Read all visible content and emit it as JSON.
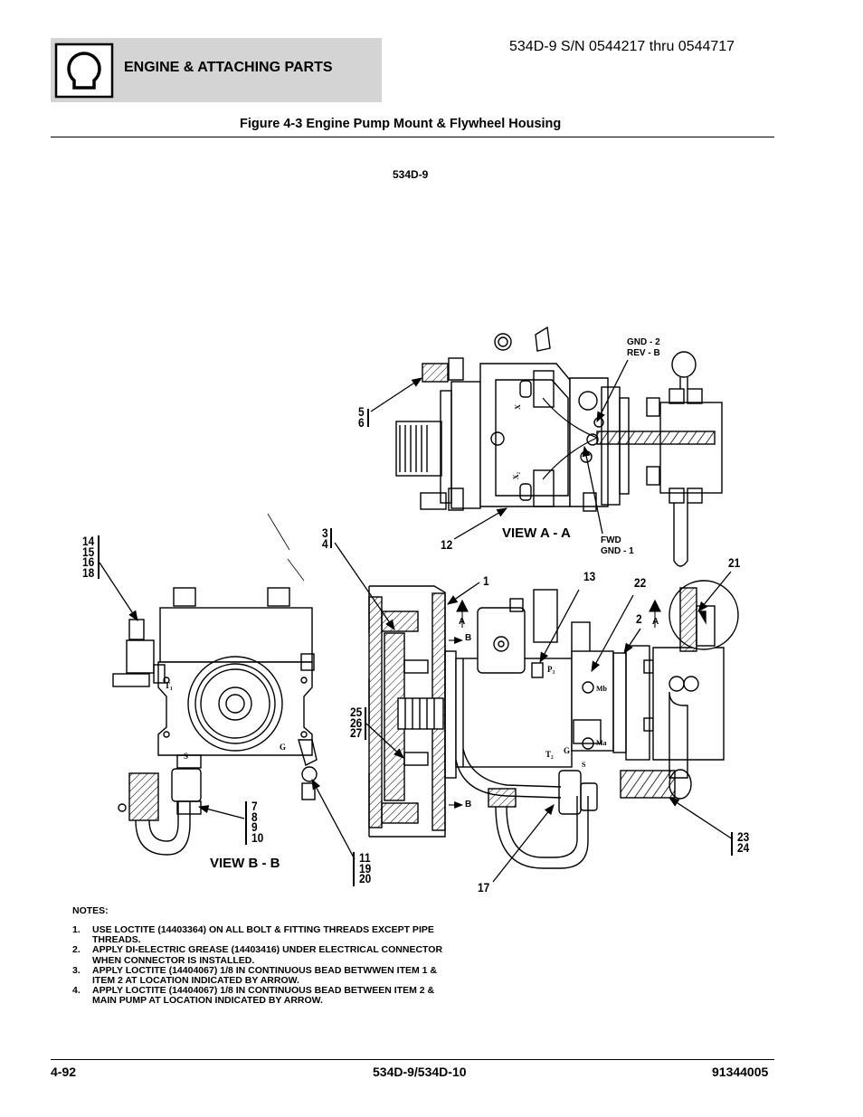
{
  "header": {
    "section_title": "ENGINE & ATTACHING PARTS",
    "serial_range": "534D-9 S/N 0544217 thru 0544717",
    "section_icon": "engine-icon"
  },
  "figure": {
    "title": "Figure 4-3 Engine Pump Mount & Flywheel Housing",
    "model": "534D-9"
  },
  "callouts": {
    "c_5_6": "5\n6",
    "c_12": "12",
    "c_3_4": "3\n4",
    "c_14_18": "14\n15\n16\n18",
    "c_1": "1",
    "c_13": "13",
    "c_22": "22",
    "c_2": "2",
    "c_21": "21",
    "c_25_27": "25\n26\n27",
    "c_7_10": "7\n8\n9\n10",
    "c_11_20": "11\n19\n20",
    "c_17": "17",
    "c_23_24": "23\n24"
  },
  "labels": {
    "gnd_rev": "GND - 2\nREV - B",
    "fwd_gnd": "FWD\nGND - 1",
    "view_aa": "VIEW A - A",
    "view_bb": "VIEW B - B",
    "sec_a_left": "A",
    "sec_a_right": "A",
    "sec_b_top": "B",
    "sec_b_bottom": "B",
    "port_t1": "T₁",
    "port_s_left": "S",
    "port_g_left": "G",
    "port_p3": "P₃",
    "port_mb": "Mb",
    "port_ma": "Ma",
    "port_t2": "T₂",
    "port_g_right": "G",
    "port_s_right": "S",
    "port_x": "X",
    "port_x2": "X₂"
  },
  "notes": {
    "title": "NOTES:",
    "items": [
      {
        "num": "1.",
        "text": "USE LOCTITE (14403364) ON ALL BOLT & FITTING THREADS EXCEPT PIPE THREADS."
      },
      {
        "num": "2.",
        "text": "APPLY DI-ELECTRIC GREASE (14403416) UNDER ELECTRICAL CONNECTOR WHEN CONNECTOR IS INSTALLED."
      },
      {
        "num": "3.",
        "text": "APPLY LOCTITE (14404067) 1/8 IN CONTINUOUS BEAD BETWWEN ITEM 1 & ITEM 2 AT LOCATION INDICATED BY ARROW."
      },
      {
        "num": "4.",
        "text": "APPLY LOCTITE (14404067) 1/8 IN CONTINUOUS BEAD BETWEEN ITEM 2 & MAIN PUMP AT LOCATION INDICATED BY ARROW."
      }
    ]
  },
  "footer": {
    "page": "4-92",
    "model": "534D-9/534D-10",
    "doc_number": "91344005"
  }
}
